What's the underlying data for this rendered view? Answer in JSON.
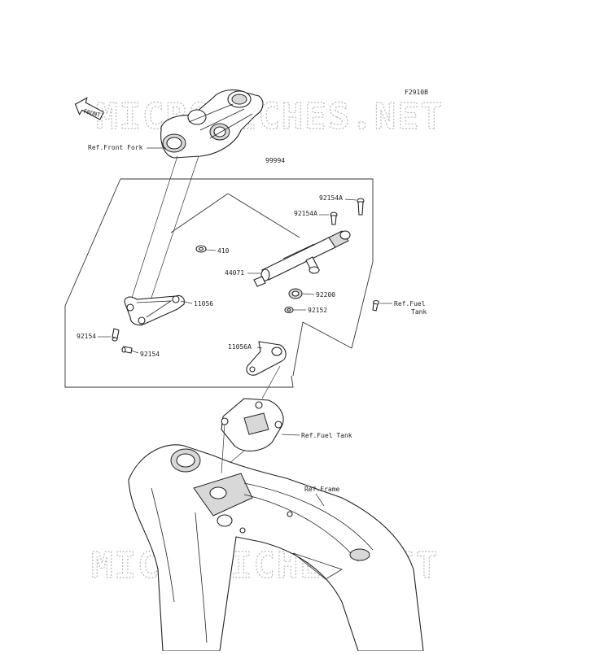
{
  "diagram": {
    "figure_code": "F2910B",
    "watermark": "MICROFICHES.NET",
    "front_arrow": "FRONT",
    "labels": {
      "ref_front_fork": "Ref.Front Fork",
      "assembly_99994": "99994",
      "p92154A_top": "92154A",
      "p92154A_mid": "92154A",
      "p410": "410",
      "p44071": "44071",
      "p92200": "92200",
      "p92152": "92152",
      "p11056": "11056",
      "p92154_left": "92154",
      "p92154_bottom": "92154",
      "p11056A": "11056A",
      "ref_fuel_tank_right_1": "Ref.Fuel",
      "ref_fuel_tank_right_2": "Tank",
      "ref_fuel_tank_mid": "Ref.Fuel Tank",
      "ref_frame": "Ref.Frame"
    }
  }
}
